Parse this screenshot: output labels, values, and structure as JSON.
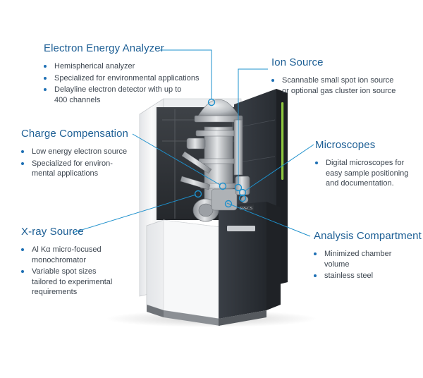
{
  "callouts": {
    "analyzer": {
      "title": "Electron Energy Analyzer",
      "items": [
        "Hemispherical analyzer",
        "Specialized for environmental applications",
        "Delayline electron detector with up to\n400 channels"
      ]
    },
    "ion_source": {
      "title": "Ion Source",
      "items": [
        "Scannable small spot ion source\nor optional gas cluster ion source"
      ]
    },
    "charge": {
      "title": "Charge Compensation",
      "items": [
        "Low energy electron source",
        "Specialized for environ-\nmental applications"
      ]
    },
    "microscopes": {
      "title": "Microscopes",
      "items": [
        "Digital microscopes for\neasy sample positioning\nand documentation."
      ]
    },
    "xray": {
      "title": "X-ray Source",
      "items": [
        "Al Kα micro-focused\nmonochromator",
        "Variable spot sizes\ntailored to experimental\nrequirements"
      ]
    },
    "analysis": {
      "title": "Analysis Compartment",
      "items": [
        "Minimized chamber\nvolume",
        "stainless steel"
      ]
    }
  },
  "machine": {
    "brand_label": "SPECS"
  },
  "colors": {
    "accent": "#1d6fb4",
    "title": "#1d5f95",
    "text": "#3d4650",
    "cabinet_white": "#f4f5f6",
    "panel_dark": "#2c3036",
    "status_green": "#8dc63f"
  }
}
